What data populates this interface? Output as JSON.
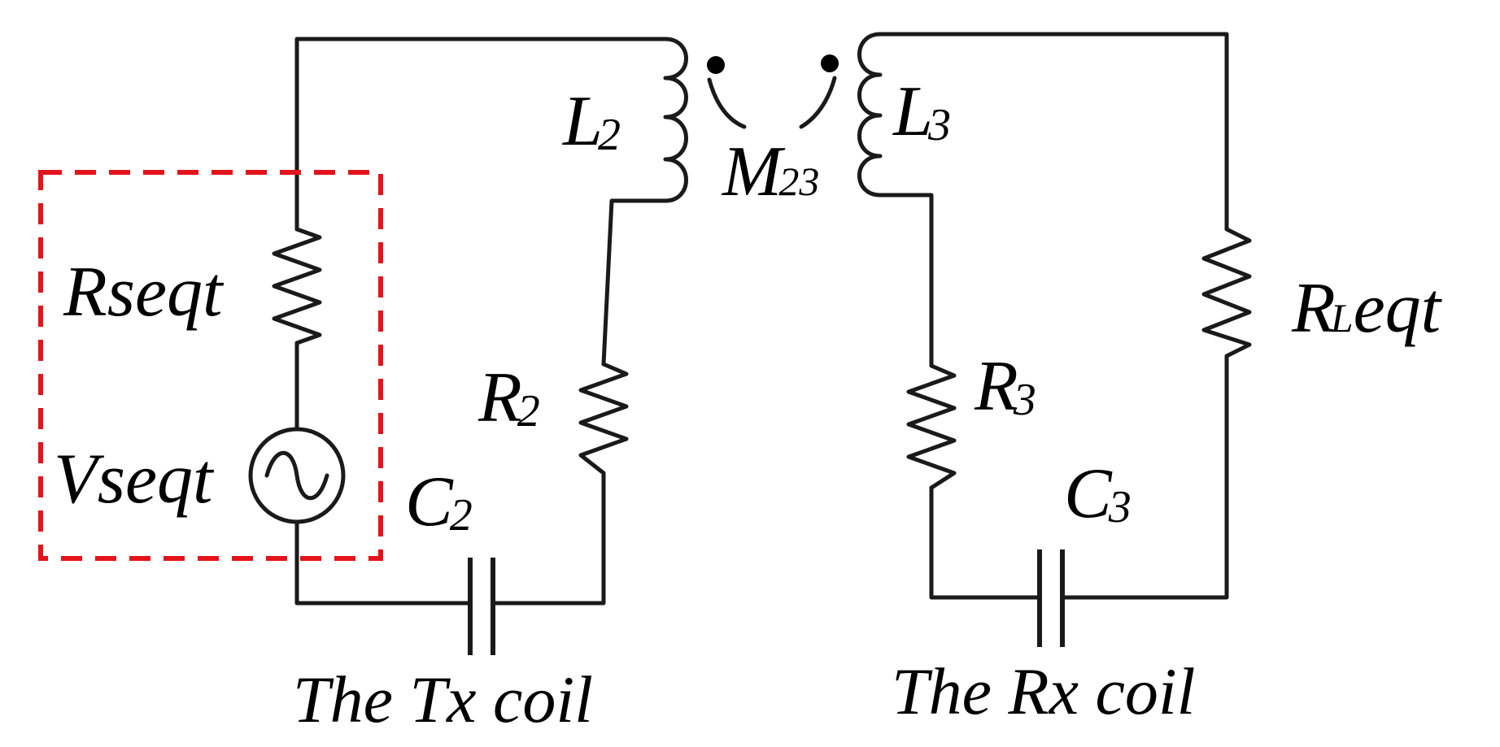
{
  "components": {
    "rs": {
      "main": "Rseqt"
    },
    "vs": {
      "main": "Vseqt"
    },
    "l2": {
      "main": "L",
      "sub": "2"
    },
    "l3": {
      "main": "L",
      "sub": "3"
    },
    "m23": {
      "main": "M",
      "sub": "23"
    },
    "r2": {
      "main": "R",
      "sub": "2"
    },
    "r3": {
      "main": "R",
      "sub": "3"
    },
    "c2": {
      "main": "C",
      "sub": "2"
    },
    "c3": {
      "main": "C",
      "sub": "3"
    },
    "rl": {
      "main": "R",
      "sub": "L",
      "rest": "eqt"
    }
  },
  "captions": {
    "tx": "The Tx coil",
    "rx": "The Rx coil"
  },
  "colors": {
    "wire": "#1a1a1a",
    "source_box": "#e3141b"
  }
}
